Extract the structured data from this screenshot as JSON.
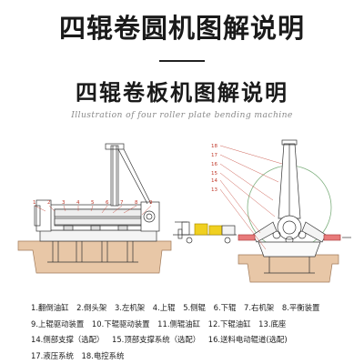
{
  "header": {
    "title": "四辊卷圆机图解说明",
    "main_title": "四辊卷板机图解说明",
    "subtitle": "Illustration of four roller plate bending machine"
  },
  "drawing": {
    "left_callouts": [
      "1",
      "2",
      "3",
      "4",
      "5",
      "6",
      "7",
      "8",
      "9"
    ],
    "right_callouts": [
      "18",
      "17",
      "16",
      "15",
      "14",
      "13"
    ],
    "colors": {
      "line": "#333333",
      "ground": "#e8c7a7",
      "highlight": "#e87a7a",
      "accent": "#f0d020"
    }
  },
  "legend": {
    "rows": [
      [
        "1.翻倒油缸",
        "2.倒头架",
        "3.左机架",
        "4.上辊",
        "5.侧辊",
        "6.下辊",
        "7.右机架",
        "8.平衡装置"
      ],
      [
        "9.上辊驱动装置",
        "10.下辊驱动装置",
        "11.侧辊油缸",
        "12.下辊油缸",
        "13.底座"
      ],
      [
        "14.侧部支撑（选配）",
        "15.顶部支撑系统（选配）",
        "16.送料电动辊道(选配)"
      ],
      [
        "17.液压系统",
        "18.电控系统"
      ]
    ]
  }
}
